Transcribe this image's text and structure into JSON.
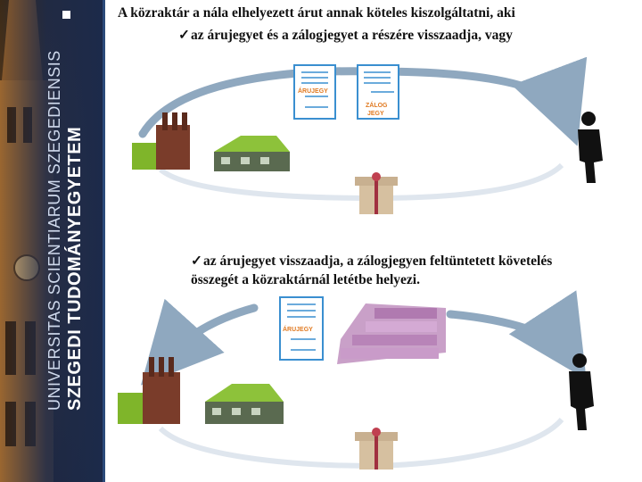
{
  "sidebar": {
    "university_line1": "UNIVERSITAS SCIENTIARUM SZEGEDIENSIS",
    "university_line2": "SZEGEDI TUDOMÁNYEGYETEM"
  },
  "text": {
    "line1": "A közraktár a nála elhelyezett árut annak köteles kiszolgáltatni, aki",
    "line2": "az árujegyet és a zálogjegyet a részére visszaadja, vagy",
    "line3": "az árujegyet visszaadja, a zálogjegyen feltüntetett követelés",
    "line4": "összegét a közraktárnál letétbe helyezi."
  },
  "documents": {
    "arujegy": "ÁRUJEGY",
    "zalog1": "ZÁLOG",
    "zalog2": "JEGY"
  },
  "colors": {
    "sidebar_bg": "#1c2a4a",
    "arrow": "#8fa8bf",
    "document_border": "#3a8fd0",
    "label_orange": "#e07a22"
  }
}
